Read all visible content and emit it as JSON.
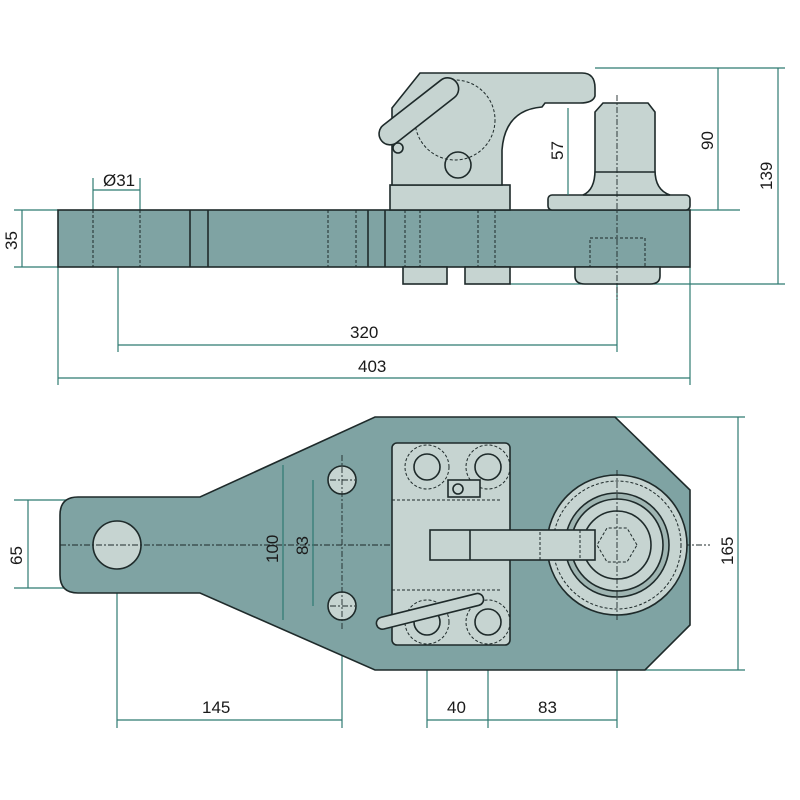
{
  "drawing": {
    "title": "Trailer coupling technical drawing",
    "colors": {
      "plate": "#7fa3a3",
      "part": "#c6d4d1",
      "dimension": "#2f7a72",
      "outline": "#1e2a2a"
    },
    "side_view": {
      "dims": {
        "hole_diameter": "Ø31",
        "thickness": "35",
        "hole_spacing": "320",
        "overall_length": "403",
        "pin_height": "57",
        "top_height": "90",
        "total_height": "139"
      }
    },
    "plan_view": {
      "dims": {
        "tab_width": "65",
        "outer_bolt_spacing": "100",
        "inner_bolt_spacing": "83",
        "overall_width": "165",
        "hole_to_bolt": "145",
        "bracket_bolt_spacing": "40",
        "bolt_to_pin": "83"
      }
    }
  }
}
